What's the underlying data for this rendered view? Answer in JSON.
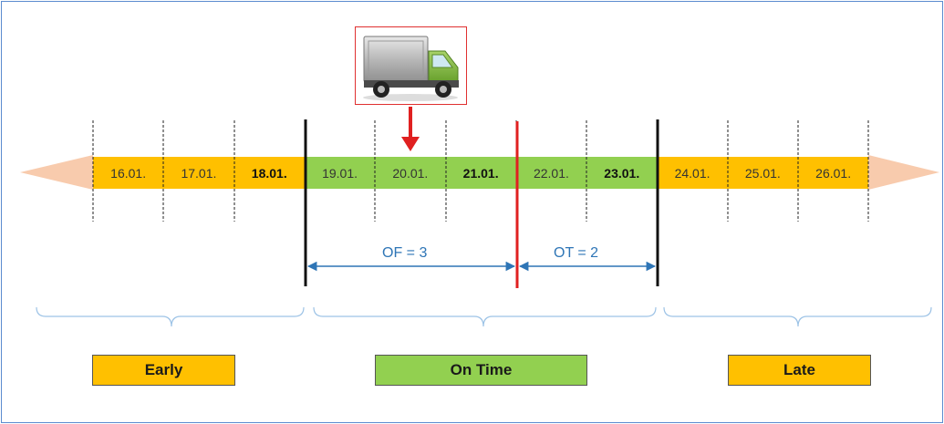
{
  "timeline": {
    "dates": [
      {
        "label": "16.01.",
        "bold": false,
        "zone": "early"
      },
      {
        "label": "17.01.",
        "bold": false,
        "zone": "early"
      },
      {
        "label": "18.01.",
        "bold": true,
        "zone": "early"
      },
      {
        "label": "19.01.",
        "bold": false,
        "zone": "ontime"
      },
      {
        "label": "20.01.",
        "bold": false,
        "zone": "ontime"
      },
      {
        "label": "21.01.",
        "bold": true,
        "zone": "ontime"
      },
      {
        "label": "22.01.",
        "bold": false,
        "zone": "ontime"
      },
      {
        "label": "23.01.",
        "bold": true,
        "zone": "ontime"
      },
      {
        "label": "24.01.",
        "bold": false,
        "zone": "late"
      },
      {
        "label": "25.01.",
        "bold": false,
        "zone": "late"
      },
      {
        "label": "26.01.",
        "bold": false,
        "zone": "late"
      }
    ]
  },
  "dimensions": {
    "of_label": "OF = 3",
    "ot_label": "OT = 2"
  },
  "categories": {
    "early": "Early",
    "ontime": "On Time",
    "late": "Late"
  },
  "colors": {
    "early": "#ffc000",
    "ontime": "#92d050",
    "late": "#ffc000",
    "arrow_tail": "#f8cbad",
    "marker_red": "#e02020",
    "dimension_blue": "#2e75b6"
  },
  "icons": {
    "truck": "truck-icon",
    "delivery_marker": "down-arrow-icon"
  }
}
